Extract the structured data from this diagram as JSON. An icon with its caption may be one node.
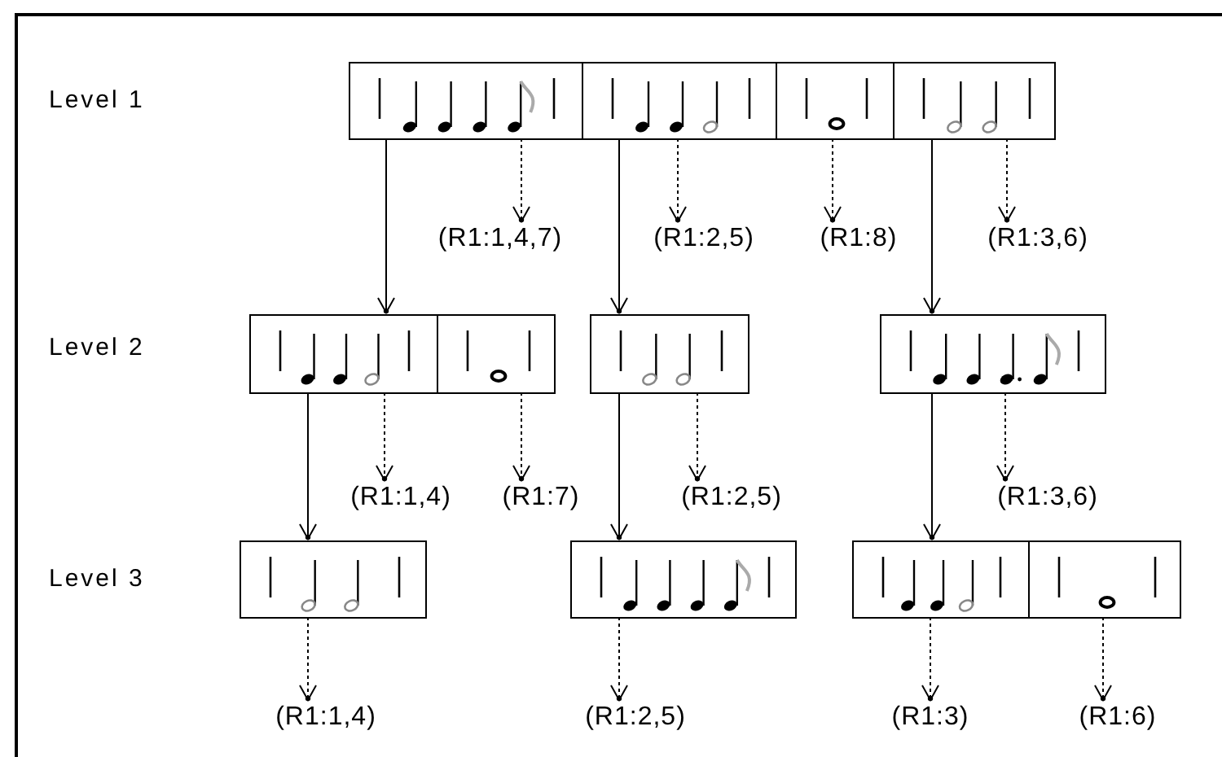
{
  "diagram": {
    "nodes": [
      {
        "text": [],
        "shape": "box"
      },
      {
        "text": [],
        "shape": "picture",
        "in": 0
      },
      {
        "text": [],
        "shape": "picture",
        "in": 0
      },
      {
        "text": [],
        "shape": "picture",
        "in": 0
      },
      {
        "text": [],
        "shape": "picture",
        "in": 0
      },
      {
        "text": [
          "(R1:1,4,7)"
        ]
      },
      {
        "text": [
          "(R1:2,5)"
        ]
      },
      {
        "text": [
          "(R1:8)"
        ]
      },
      {
        "text": [
          "(R1:3,6)"
        ]
      },
      {
        "text": [],
        "shape": "box"
      },
      {
        "text": [],
        "shape": "picture",
        "in": 9
      },
      {
        "text": [],
        "shape": "picture",
        "in": 9
      },
      {
        "text": [],
        "shape": "box"
      },
      {
        "text": [],
        "shape": "picture",
        "in": 12
      },
      {
        "text": [],
        "shape": "box"
      },
      {
        "text": [],
        "shape": "picture",
        "in": 14
      },
      {
        "text": [
          "(R1:1,4)"
        ]
      },
      {
        "text": [
          "(R1:7)"
        ]
      },
      {
        "text": [
          "(R1:2,5)"
        ]
      },
      {
        "text": [
          "(R1:3,6)"
        ]
      },
      {
        "text": [],
        "shape": "box"
      },
      {
        "text": [],
        "shape": "picture",
        "in": 20
      },
      {
        "text": [],
        "shape": "box"
      },
      {
        "text": [],
        "shape": "picture",
        "in": 22
      },
      {
        "text": [],
        "shape": "box"
      },
      {
        "text": [],
        "shape": "picture",
        "in": 24
      },
      {
        "text": [],
        "shape": "picture",
        "in": 24
      },
      {
        "text": [
          "(R1:1,4)"
        ]
      },
      {
        "text": [
          "(R1:2,5)"
        ]
      },
      {
        "text": [
          "(R1:3)"
        ]
      },
      {
        "text": [
          "(R1:6)"
        ]
      }
    ],
    "edges": [
      {
        "from": 1,
        "to": 9,
        "arrow": "to"
      },
      {
        "from": 2,
        "to": 12,
        "arrow": "to"
      },
      {
        "from": 4,
        "to": 14,
        "arrow": "to"
      },
      {
        "from": 10,
        "to": 20,
        "arrow": "to"
      },
      {
        "from": 13,
        "to": 22,
        "arrow": "to"
      },
      {
        "from": 15,
        "to": 24,
        "arrow": "to"
      },
      {
        "from": 1,
        "to": 5,
        "arrow": "to",
        "style": "dashed"
      },
      {
        "from": 2,
        "to": 6,
        "arrow": "to",
        "style": "dashed"
      },
      {
        "from": 3,
        "to": 7,
        "arrow": "to",
        "style": "dashed"
      },
      {
        "from": 4,
        "to": 8,
        "arrow": "to",
        "style": "dashed"
      },
      {
        "from": 10,
        "to": 16,
        "arrow": "to",
        "style": "dashed"
      },
      {
        "from": 11,
        "to": 17,
        "arrow": "to",
        "style": "dashed"
      },
      {
        "from": 13,
        "to": 18,
        "arrow": "to",
        "style": "dashed"
      },
      {
        "from": 15,
        "to": 19,
        "arrow": "to",
        "style": "dashed"
      },
      {
        "from": 21,
        "to": 27,
        "arrow": "to",
        "style": "dashed"
      },
      {
        "from": 23,
        "to": 28,
        "arrow": "to",
        "style": "dashed"
      },
      {
        "from": 25,
        "to": 29,
        "arrow": "to",
        "style": "dashed"
      },
      {
        "from": 26,
        "to": 30,
        "arrow": "to",
        "style": "dashed"
      }
    ],
    "labels": [
      "Level 1",
      "Level 2",
      "Level 3"
    ]
  }
}
